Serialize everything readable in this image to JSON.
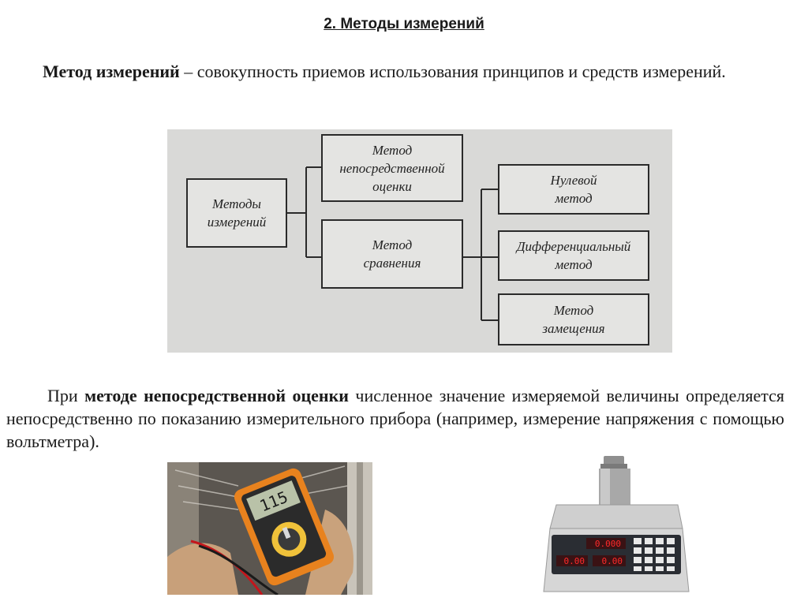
{
  "slide": {
    "title": "2. Методы измерений"
  },
  "definition": {
    "term": "Метод измерений",
    "text": " – совокупность приемов использования принципов и средств измерений."
  },
  "diagram": {
    "root": "Методы измерений",
    "direct": "Метод непосредственной оценки",
    "comparison": "Метод сравнения",
    "null_method": "Нулевой метод",
    "differential": "Дифференциальный метод",
    "substitution": "Метод замещения"
  },
  "paragraph": {
    "prefix": "При ",
    "term": "методе непосредственной оценки",
    "text": " численное значение измеряемой величины определяется непосредственно по показанию измерительного прибора (например, измерение напряжения с помощью вольтметра)."
  },
  "photos": {
    "multimeter": {
      "display_value": "115"
    },
    "scale": {
      "display_left": "0.00",
      "display_right": "0.00",
      "display_top": "0.000"
    }
  }
}
